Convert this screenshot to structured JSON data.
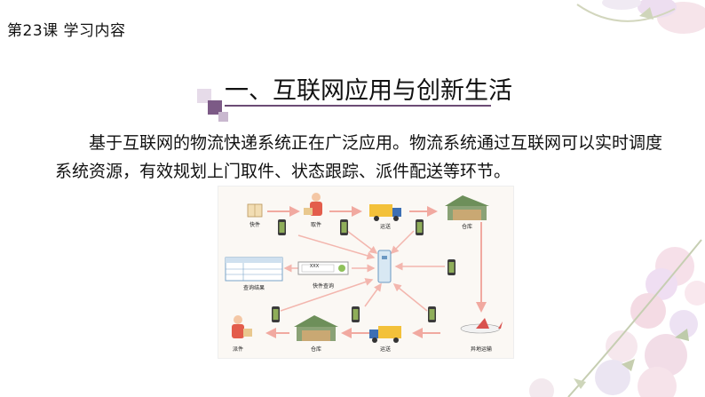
{
  "header": {
    "lesson_title": "第23课  学习内容"
  },
  "section": {
    "heading": "一、互联网应用与创新生活"
  },
  "body": {
    "paragraph": "基于互联网的物流快递系统正在广泛应用。物流系统通过互联网可以实时调度系统资源，有效规划上门取件、状态跟踪、派件配送等环节。"
  },
  "diagram": {
    "labels": {
      "package": "快件",
      "pickup": "取件",
      "transport_top": "运送",
      "warehouse_top": "仓库",
      "query_result": "查询结果",
      "package_query": "快件查询",
      "delivery": "派件",
      "warehouse_bottom": "仓库",
      "transport_bottom": "运送",
      "remote_transport": "异地运输"
    },
    "search_text": "XXX"
  },
  "colors": {
    "accent_purple": "#6c4b75",
    "arrow_pink": "#f1a9a0",
    "truck_yellow": "#f3c13a",
    "phone_green": "#5a7a3a"
  }
}
